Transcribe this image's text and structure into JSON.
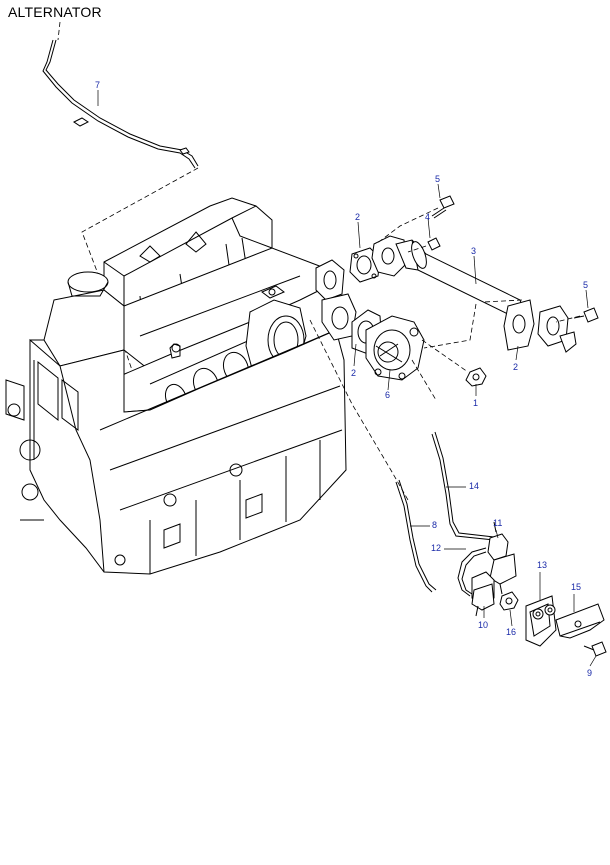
{
  "title": "ALTERNATOR",
  "callouts": {
    "c1": "1",
    "c2a": "2",
    "c2b": "2",
    "c2c": "2",
    "c3": "3",
    "c4": "4",
    "c5a": "5",
    "c5b": "5",
    "c6": "6",
    "c7": "7",
    "c8": "8",
    "c9": "9",
    "c10": "10",
    "c11": "11",
    "c12": "12",
    "c13": "13",
    "c14": "14",
    "c15": "15",
    "c16": "16"
  },
  "colors": {
    "callout": "#1a2aa8",
    "line": "#000000",
    "background": "#ffffff"
  }
}
